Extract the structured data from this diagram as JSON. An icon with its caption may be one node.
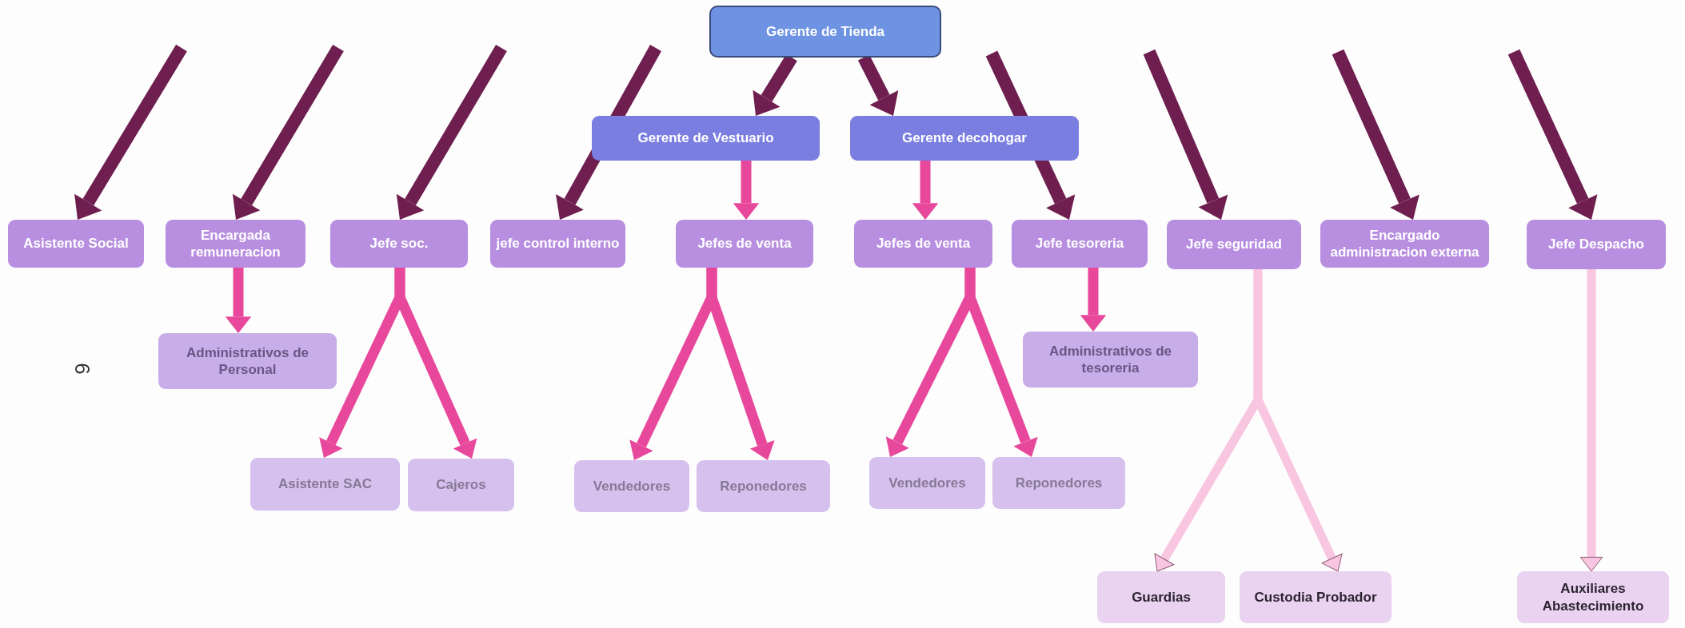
{
  "diagram": {
    "nodes": [
      {
        "text": [
          "Gerente de Tienda"
        ]
      },
      {
        "text": [
          "Gerente de Vestuario"
        ]
      },
      {
        "text": [
          "Gerente  decohogar"
        ]
      },
      {
        "text": [
          "Asistente Social"
        ]
      },
      {
        "text": [
          "Encargada remuneracion"
        ]
      },
      {
        "text": [
          "Jefe soc."
        ]
      },
      {
        "text": [
          "jefe control interno"
        ]
      },
      {
        "text": [
          "Jefes de venta"
        ]
      },
      {
        "text": [
          "Jefes de venta"
        ]
      },
      {
        "text": [
          "Jefe tesoreria"
        ]
      },
      {
        "text": [
          "Jefe seguridad"
        ]
      },
      {
        "text": [
          "Encargado administracion externa"
        ]
      },
      {
        "text": [
          "Jefe Despacho"
        ]
      },
      {
        "text": [
          "Administrativos de Personal"
        ]
      },
      {
        "text": [
          "Administrativos de tesoreria"
        ]
      },
      {
        "text": [
          "Asistente SAC"
        ]
      },
      {
        "text": [
          "Cajeros"
        ]
      },
      {
        "text": [
          "Vendedores"
        ]
      },
      {
        "text": [
          "Reponedores"
        ]
      },
      {
        "text": [
          "Vendedores"
        ]
      },
      {
        "text": [
          "Reponedores"
        ]
      },
      {
        "text": [
          "Guardias"
        ]
      },
      {
        "text": [
          "Custodia Probador"
        ]
      },
      {
        "text": [
          "Auxiliares Abastecimiento"
        ]
      }
    ],
    "edges": [
      {
        "from": null,
        "to": 3,
        "arrow": "to"
      },
      {
        "from": null,
        "to": 4,
        "arrow": "to"
      },
      {
        "from": null,
        "to": 5,
        "arrow": "to"
      },
      {
        "from": null,
        "to": 6,
        "arrow": "to"
      },
      {
        "from": 0,
        "to": 1,
        "arrow": "to"
      },
      {
        "from": 0,
        "to": 2,
        "arrow": "to"
      },
      {
        "from": null,
        "to": 9,
        "arrow": "to"
      },
      {
        "from": null,
        "to": 10,
        "arrow": "to"
      },
      {
        "from": null,
        "to": 11,
        "arrow": "to"
      },
      {
        "from": null,
        "to": 12,
        "arrow": "to"
      },
      {
        "from": 1,
        "to": 7,
        "arrow": "to",
        "color": "#e8489b"
      },
      {
        "from": 2,
        "to": 8,
        "arrow": "to",
        "color": "#e8489b"
      },
      {
        "from": 4,
        "to": 13,
        "arrow": "to",
        "color": "#e8489b"
      },
      {
        "from": 9,
        "to": 14,
        "arrow": "to",
        "color": "#e8489b"
      },
      {
        "from": 5,
        "to": 15,
        "arrow": "to",
        "color": "#e8489b"
      },
      {
        "from": 5,
        "to": 16,
        "arrow": "to",
        "color": "#e8489b"
      },
      {
        "from": 7,
        "to": 17,
        "arrow": "to",
        "color": "#e8489b"
      },
      {
        "from": 7,
        "to": 18,
        "arrow": "to",
        "color": "#e8489b"
      },
      {
        "from": 8,
        "to": 19,
        "arrow": "to",
        "color": "#e8489b"
      },
      {
        "from": 8,
        "to": 20,
        "arrow": "to",
        "color": "#e8489b"
      },
      {
        "from": 10,
        "to": 21,
        "arrow": "to",
        "color": "#f8c6e0"
      },
      {
        "from": 10,
        "to": 22,
        "arrow": "to",
        "color": "#f8c6e0"
      },
      {
        "from": 12,
        "to": 23,
        "arrow": "to",
        "color": "#f8c6e0"
      }
    ],
    "labels": [
      "6"
    ]
  }
}
